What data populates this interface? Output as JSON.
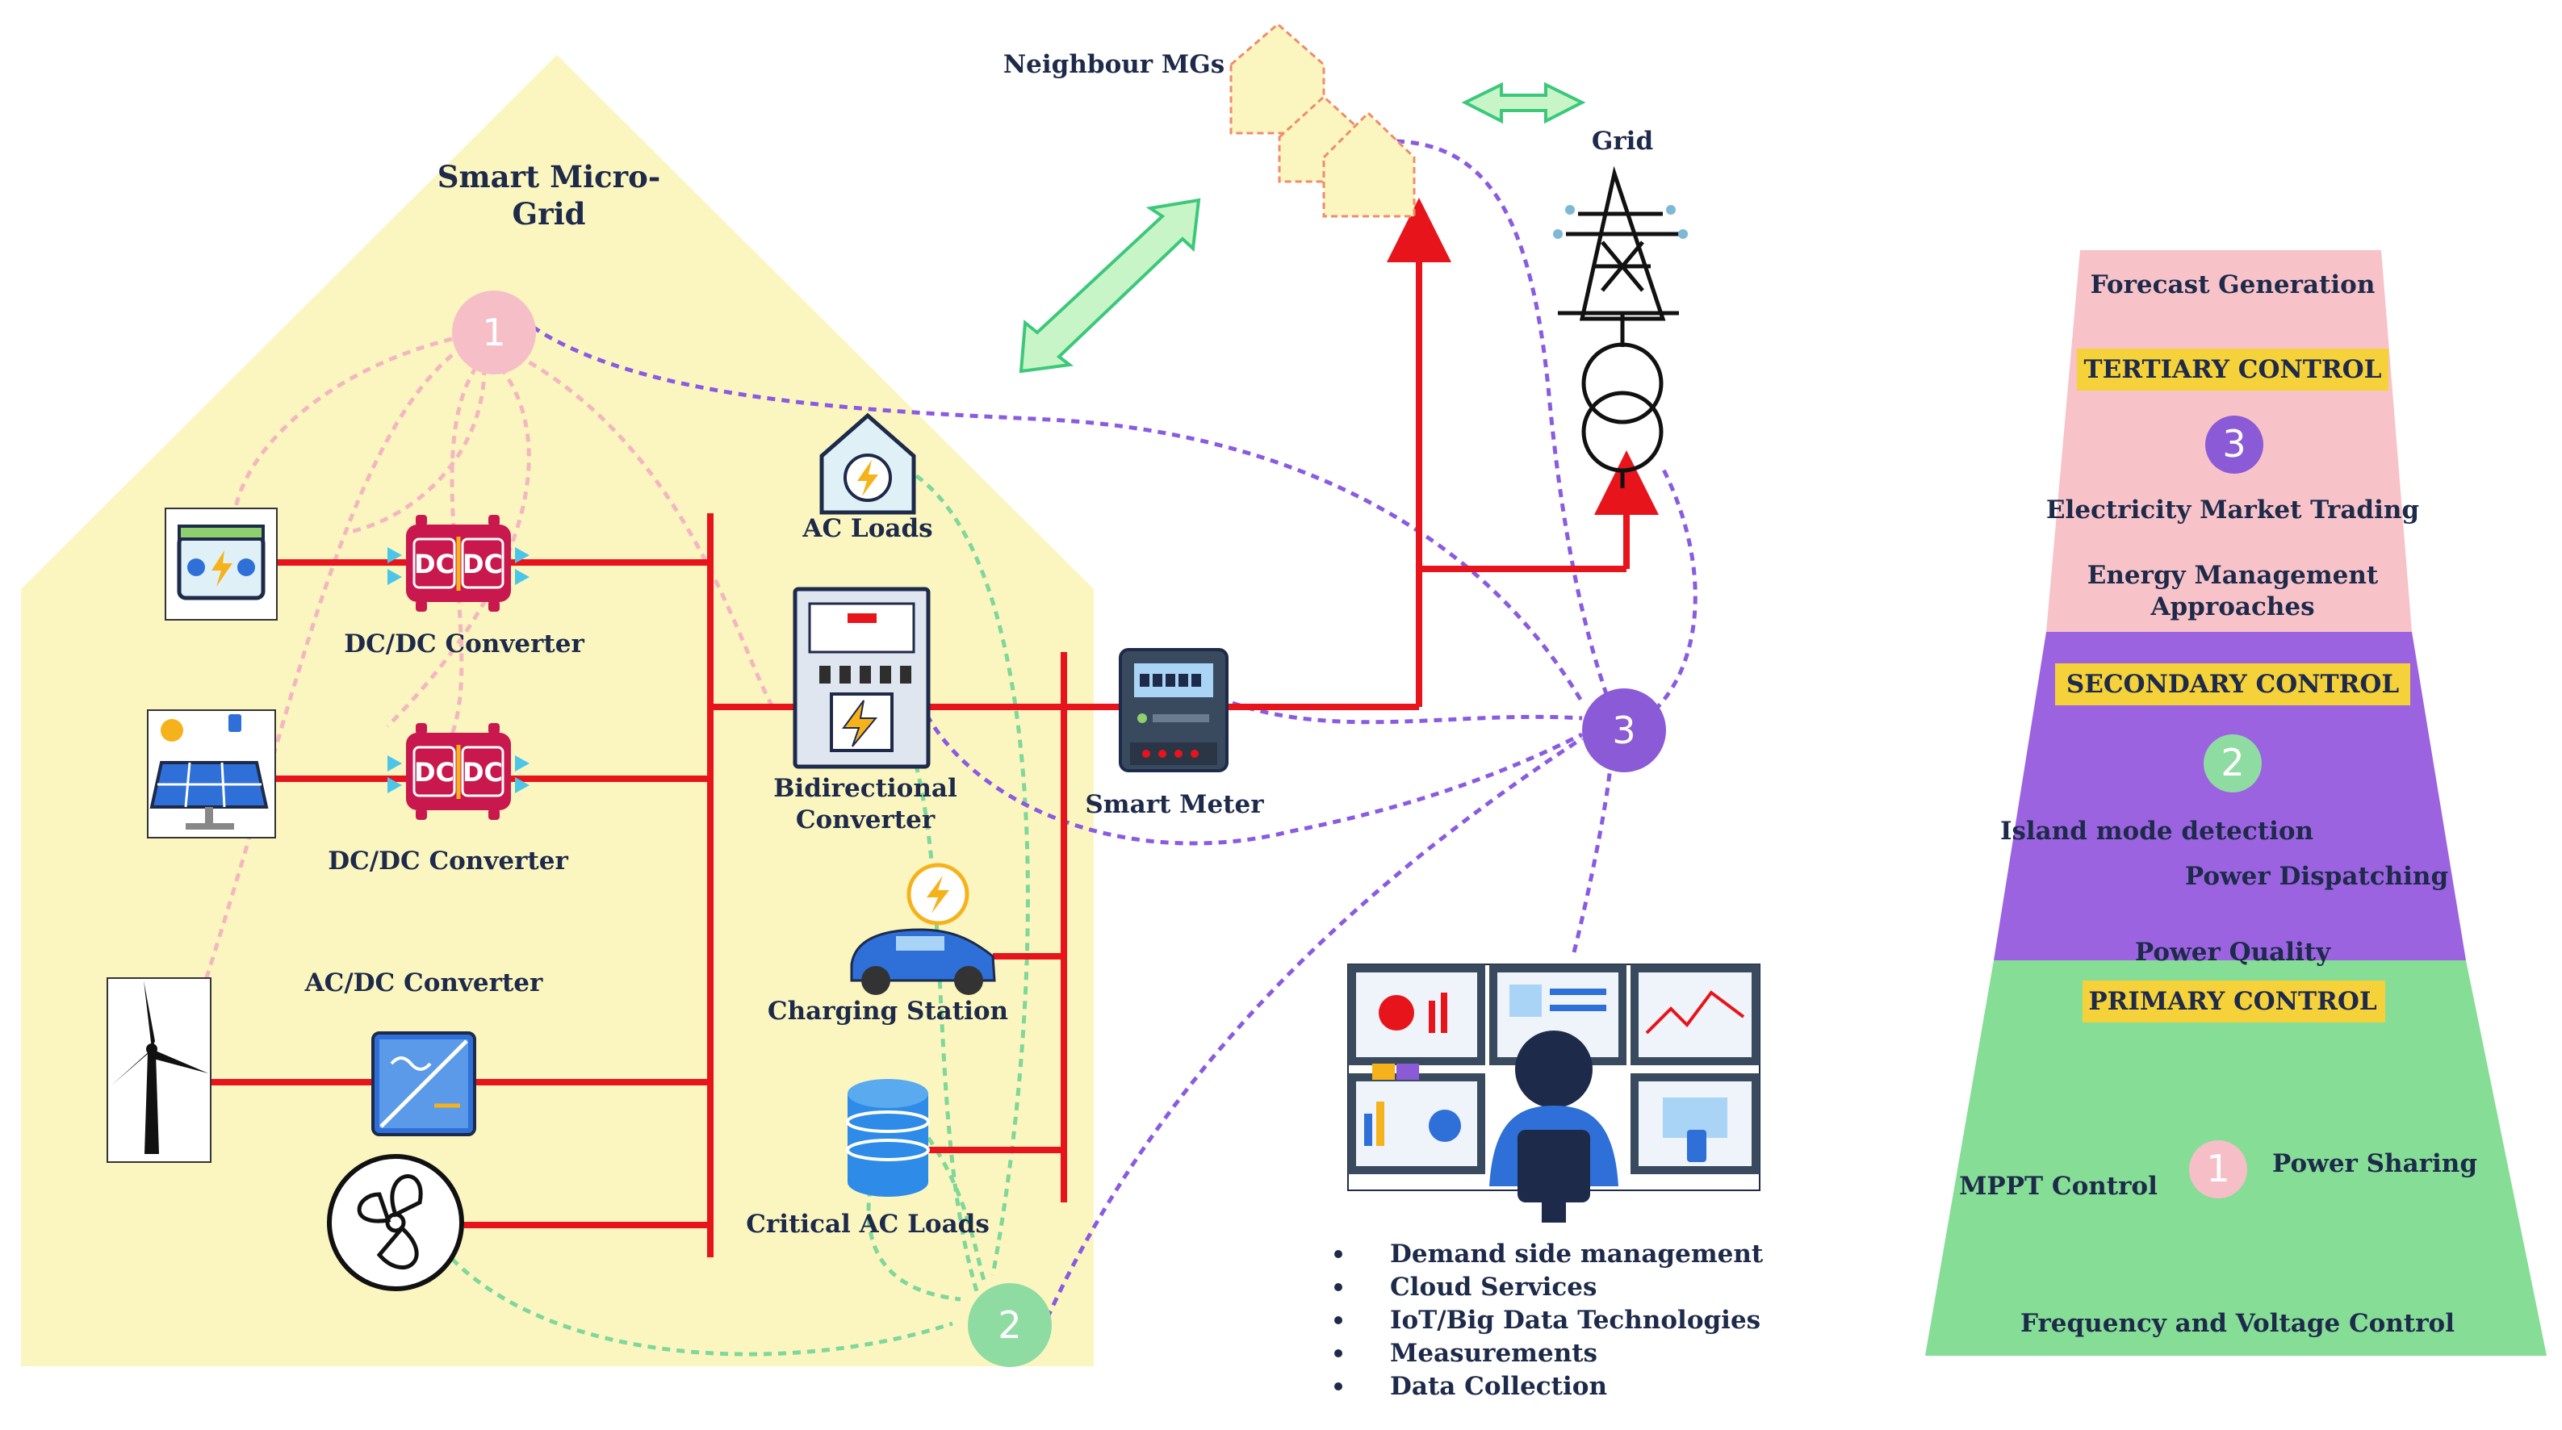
{
  "microgrid": {
    "title_line1": "Smart Micro-",
    "title_line2": "Grid",
    "labels": {
      "dc_dc_1": "DC/DC Converter",
      "dc_dc_2": "DC/DC Converter",
      "ac_dc": "AC/DC Converter",
      "ac_loads": "AC Loads",
      "bidir_line1": "Bidirectional",
      "bidir_line2": "Converter",
      "charging": "Charging Station",
      "critical": "Critical AC Loads",
      "smart_meter": "Smart Meter"
    },
    "converter_text": [
      "DC",
      "DC"
    ],
    "badges": [
      "1",
      "2",
      "3"
    ]
  },
  "external": {
    "neighbour": "Neighbour MGs",
    "grid": "Grid"
  },
  "services": [
    "Demand side management",
    "Cloud Services",
    "IoT/Big Data Technologies",
    "Measurements",
    "Data Collection"
  ],
  "control_pyramid": {
    "tertiary": {
      "forecast": "Forecast Generation",
      "header": "TERTIARY CONTROL",
      "number": "3",
      "market": "Electricity Market Trading",
      "ema_line1": "Energy Management",
      "ema_line2": "Approaches",
      "color": "#f7c2c8",
      "badge_color": "#8b5ad6"
    },
    "secondary": {
      "header": "SECONDARY CONTROL",
      "number": "2",
      "island": "Island mode detection",
      "dispatch": "Power Dispatching",
      "color": "#9b63e0",
      "badge_color": "#8fdca2"
    },
    "primary": {
      "quality": "Power Quality",
      "header": "PRIMARY CONTROL",
      "mppt": "MPPT Control",
      "number": "1",
      "sharing": "Power Sharing",
      "freq": "Frequency and Voltage Control",
      "color": "#86dd96",
      "badge_color": "#f6bfc8"
    },
    "header_color": "#f5d13a"
  },
  "colors": {
    "house_fill": "#fbf6c0",
    "power_line": "#e8141c",
    "link_purple": "#8a5be0",
    "link_green": "#7fd79a",
    "link_pink": "#f4b6c0",
    "arrow_green": "#c8f5c8"
  }
}
